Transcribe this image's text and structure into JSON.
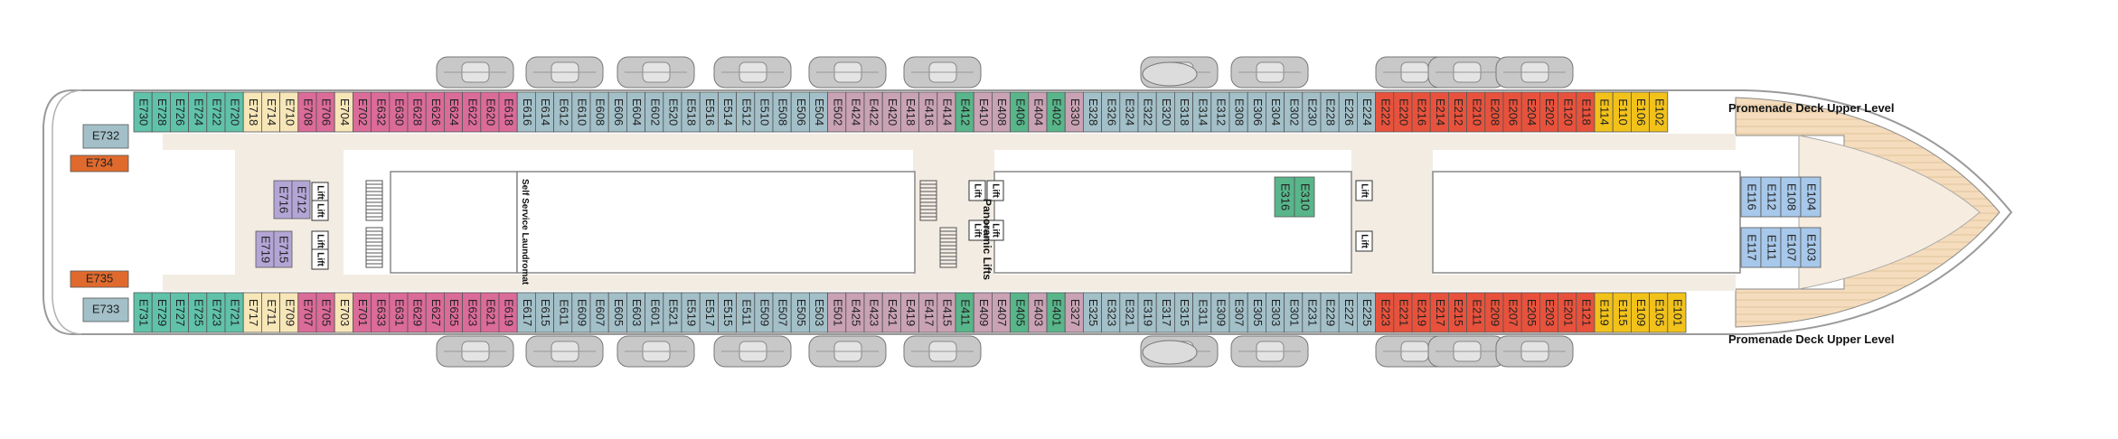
{
  "colors": {
    "teal": "#5fc2a9",
    "cream": "#f7e6b8",
    "pink": "#db6b98",
    "steel": "#a3c0c9",
    "mauve": "#c9a2b4",
    "green": "#58b68a",
    "red": "#e8523c",
    "yellow": "#f2c21b",
    "blue": "#a7c8ea",
    "lavender": "#b3a6d6",
    "orange": "#e06a2d",
    "corridor": "#f2ece3",
    "bow": "#f3d9b6"
  },
  "labels": {
    "promenade_top": "Promenade Deck Upper Level",
    "promenade_bottom": "Promenade Deck Upper Level",
    "laundromat": "Self Service Laundromat",
    "panoramic": "Panoramic Lifts",
    "lift": "Lift"
  },
  "cabins": {
    "top_row": [
      {
        "n": "E730",
        "c": "teal"
      },
      {
        "n": "E728",
        "c": "teal"
      },
      {
        "n": "E726",
        "c": "teal"
      },
      {
        "n": "E724",
        "c": "teal"
      },
      {
        "n": "E722",
        "c": "teal"
      },
      {
        "n": "E720",
        "c": "teal"
      },
      {
        "n": "E718",
        "c": "cream"
      },
      {
        "n": "E714",
        "c": "cream"
      },
      {
        "n": "E710",
        "c": "cream"
      },
      {
        "n": "E708",
        "c": "pink"
      },
      {
        "n": "E706",
        "c": "pink"
      },
      {
        "n": "E704",
        "c": "cream"
      },
      {
        "n": "E702",
        "c": "pink"
      },
      {
        "n": "E632",
        "c": "pink"
      },
      {
        "n": "E630",
        "c": "pink"
      },
      {
        "n": "E628",
        "c": "pink"
      },
      {
        "n": "E626",
        "c": "pink"
      },
      {
        "n": "E624",
        "c": "pink"
      },
      {
        "n": "E622",
        "c": "pink"
      },
      {
        "n": "E620",
        "c": "pink"
      },
      {
        "n": "E618",
        "c": "pink"
      },
      {
        "n": "E616",
        "c": "steel"
      },
      {
        "n": "E614",
        "c": "steel"
      },
      {
        "n": "E612",
        "c": "steel"
      },
      {
        "n": "E610",
        "c": "steel"
      },
      {
        "n": "E608",
        "c": "steel"
      },
      {
        "n": "E606",
        "c": "steel"
      },
      {
        "n": "E604",
        "c": "steel"
      },
      {
        "n": "E602",
        "c": "steel"
      },
      {
        "n": "E520",
        "c": "steel"
      },
      {
        "n": "E518",
        "c": "steel"
      },
      {
        "n": "E516",
        "c": "steel"
      },
      {
        "n": "E514",
        "c": "steel"
      },
      {
        "n": "E512",
        "c": "steel"
      },
      {
        "n": "E510",
        "c": "steel"
      },
      {
        "n": "E508",
        "c": "steel"
      },
      {
        "n": "E506",
        "c": "steel"
      },
      {
        "n": "E504",
        "c": "steel"
      },
      {
        "n": "E502",
        "c": "mauve"
      },
      {
        "n": "E424",
        "c": "mauve"
      },
      {
        "n": "E422",
        "c": "mauve"
      },
      {
        "n": "E420",
        "c": "mauve"
      },
      {
        "n": "E418",
        "c": "mauve"
      },
      {
        "n": "E416",
        "c": "mauve"
      },
      {
        "n": "E414",
        "c": "mauve"
      },
      {
        "n": "E412",
        "c": "green"
      },
      {
        "n": "E410",
        "c": "mauve"
      },
      {
        "n": "E408",
        "c": "mauve"
      },
      {
        "n": "E406",
        "c": "green"
      },
      {
        "n": "E404",
        "c": "mauve"
      },
      {
        "n": "E402",
        "c": "green"
      },
      {
        "n": "E330",
        "c": "mauve"
      },
      {
        "n": "E328",
        "c": "steel"
      },
      {
        "n": "E326",
        "c": "steel"
      },
      {
        "n": "E324",
        "c": "steel"
      },
      {
        "n": "E322",
        "c": "steel"
      },
      {
        "n": "E320",
        "c": "steel"
      },
      {
        "n": "E318",
        "c": "steel"
      },
      {
        "n": "E314",
        "c": "steel"
      },
      {
        "n": "E312",
        "c": "steel"
      },
      {
        "n": "E308",
        "c": "steel"
      },
      {
        "n": "E306",
        "c": "steel"
      },
      {
        "n": "E304",
        "c": "steel"
      },
      {
        "n": "E302",
        "c": "steel"
      },
      {
        "n": "E230",
        "c": "steel"
      },
      {
        "n": "E228",
        "c": "steel"
      },
      {
        "n": "E226",
        "c": "steel"
      },
      {
        "n": "E224",
        "c": "steel"
      },
      {
        "n": "E222",
        "c": "red"
      },
      {
        "n": "E220",
        "c": "red"
      },
      {
        "n": "E216",
        "c": "red"
      },
      {
        "n": "E214",
        "c": "red"
      },
      {
        "n": "E212",
        "c": "red"
      },
      {
        "n": "E210",
        "c": "red"
      },
      {
        "n": "E208",
        "c": "red"
      },
      {
        "n": "E206",
        "c": "red"
      },
      {
        "n": "E204",
        "c": "red"
      },
      {
        "n": "E202",
        "c": "red"
      },
      {
        "n": "E120",
        "c": "red"
      },
      {
        "n": "E118",
        "c": "red"
      },
      {
        "n": "E114",
        "c": "yellow"
      },
      {
        "n": "E110",
        "c": "yellow"
      },
      {
        "n": "E106",
        "c": "yellow"
      },
      {
        "n": "E102",
        "c": "yellow"
      }
    ],
    "bottom_row": [
      {
        "n": "E731",
        "c": "teal"
      },
      {
        "n": "E729",
        "c": "teal"
      },
      {
        "n": "E727",
        "c": "teal"
      },
      {
        "n": "E725",
        "c": "teal"
      },
      {
        "n": "E723",
        "c": "teal"
      },
      {
        "n": "E721",
        "c": "teal"
      },
      {
        "n": "E717",
        "c": "cream"
      },
      {
        "n": "E711",
        "c": "cream"
      },
      {
        "n": "E709",
        "c": "cream"
      },
      {
        "n": "E707",
        "c": "pink"
      },
      {
        "n": "E705",
        "c": "pink"
      },
      {
        "n": "E703",
        "c": "cream"
      },
      {
        "n": "E701",
        "c": "pink"
      },
      {
        "n": "E633",
        "c": "pink"
      },
      {
        "n": "E631",
        "c": "pink"
      },
      {
        "n": "E629",
        "c": "pink"
      },
      {
        "n": "E627",
        "c": "pink"
      },
      {
        "n": "E625",
        "c": "pink"
      },
      {
        "n": "E623",
        "c": "pink"
      },
      {
        "n": "E621",
        "c": "pink"
      },
      {
        "n": "E619",
        "c": "pink"
      },
      {
        "n": "E617",
        "c": "steel"
      },
      {
        "n": "E615",
        "c": "steel"
      },
      {
        "n": "E611",
        "c": "steel"
      },
      {
        "n": "E609",
        "c": "steel"
      },
      {
        "n": "E607",
        "c": "steel"
      },
      {
        "n": "E605",
        "c": "steel"
      },
      {
        "n": "E603",
        "c": "steel"
      },
      {
        "n": "E601",
        "c": "steel"
      },
      {
        "n": "E521",
        "c": "steel"
      },
      {
        "n": "E519",
        "c": "steel"
      },
      {
        "n": "E517",
        "c": "steel"
      },
      {
        "n": "E515",
        "c": "steel"
      },
      {
        "n": "E511",
        "c": "steel"
      },
      {
        "n": "E509",
        "c": "steel"
      },
      {
        "n": "E507",
        "c": "steel"
      },
      {
        "n": "E505",
        "c": "steel"
      },
      {
        "n": "E503",
        "c": "steel"
      },
      {
        "n": "E501",
        "c": "mauve"
      },
      {
        "n": "E425",
        "c": "mauve"
      },
      {
        "n": "E423",
        "c": "mauve"
      },
      {
        "n": "E421",
        "c": "mauve"
      },
      {
        "n": "E419",
        "c": "mauve"
      },
      {
        "n": "E417",
        "c": "mauve"
      },
      {
        "n": "E415",
        "c": "mauve"
      },
      {
        "n": "E411",
        "c": "green"
      },
      {
        "n": "E409",
        "c": "mauve"
      },
      {
        "n": "E407",
        "c": "mauve"
      },
      {
        "n": "E405",
        "c": "green"
      },
      {
        "n": "E403",
        "c": "mauve"
      },
      {
        "n": "E401",
        "c": "green"
      },
      {
        "n": "E327",
        "c": "mauve"
      },
      {
        "n": "E325",
        "c": "steel"
      },
      {
        "n": "E323",
        "c": "steel"
      },
      {
        "n": "E321",
        "c": "steel"
      },
      {
        "n": "E319",
        "c": "steel"
      },
      {
        "n": "E317",
        "c": "steel"
      },
      {
        "n": "E315",
        "c": "steel"
      },
      {
        "n": "E311",
        "c": "steel"
      },
      {
        "n": "E309",
        "c": "steel"
      },
      {
        "n": "E307",
        "c": "steel"
      },
      {
        "n": "E305",
        "c": "steel"
      },
      {
        "n": "E303",
        "c": "steel"
      },
      {
        "n": "E301",
        "c": "steel"
      },
      {
        "n": "E231",
        "c": "steel"
      },
      {
        "n": "E229",
        "c": "steel"
      },
      {
        "n": "E227",
        "c": "steel"
      },
      {
        "n": "E225",
        "c": "steel"
      },
      {
        "n": "E223",
        "c": "red"
      },
      {
        "n": "E221",
        "c": "red"
      },
      {
        "n": "E219",
        "c": "red"
      },
      {
        "n": "E217",
        "c": "red"
      },
      {
        "n": "E215",
        "c": "red"
      },
      {
        "n": "E211",
        "c": "red"
      },
      {
        "n": "E209",
        "c": "red"
      },
      {
        "n": "E207",
        "c": "red"
      },
      {
        "n": "E205",
        "c": "red"
      },
      {
        "n": "E203",
        "c": "red"
      },
      {
        "n": "E201",
        "c": "red"
      },
      {
        "n": "E121",
        "c": "red"
      },
      {
        "n": "E119",
        "c": "yellow"
      },
      {
        "n": "E115",
        "c": "yellow"
      },
      {
        "n": "E109",
        "c": "yellow"
      },
      {
        "n": "E105",
        "c": "yellow"
      },
      {
        "n": "E101",
        "c": "yellow"
      }
    ],
    "aft_top": [
      {
        "n": "E732",
        "c": "steel"
      },
      {
        "n": "E734",
        "c": "orange"
      }
    ],
    "aft_bottom": [
      {
        "n": "E735",
        "c": "orange"
      },
      {
        "n": "E733",
        "c": "steel"
      }
    ],
    "inner_lavender_top": [
      {
        "n": "E716",
        "c": "lavender"
      },
      {
        "n": "E712",
        "c": "lavender"
      }
    ],
    "inner_lavender_bottom": [
      {
        "n": "E719",
        "c": "lavender"
      },
      {
        "n": "E715",
        "c": "lavender"
      }
    ],
    "inner_green": [
      {
        "n": "E316",
        "c": "green"
      },
      {
        "n": "E310",
        "c": "green"
      }
    ],
    "fwd_inner_top": [
      {
        "n": "E116",
        "c": "blue"
      },
      {
        "n": "E112",
        "c": "blue"
      },
      {
        "n": "E108",
        "c": "blue"
      },
      {
        "n": "E104",
        "c": "blue"
      }
    ],
    "fwd_inner_bottom": [
      {
        "n": "E117",
        "c": "blue"
      },
      {
        "n": "E111",
        "c": "blue"
      },
      {
        "n": "E107",
        "c": "blue"
      },
      {
        "n": "E103",
        "c": "blue"
      }
    ]
  }
}
